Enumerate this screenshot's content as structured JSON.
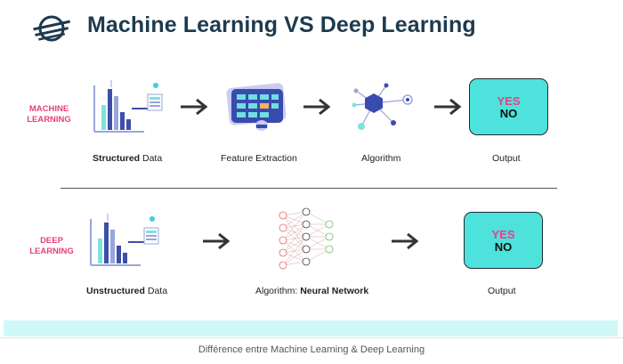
{
  "title": "Machine Learning VS Deep Learning",
  "footer_caption": "Différence entre Machine Learning & Deep Learning",
  "colors": {
    "accent_pink": "#ea3e7c",
    "output_teal": "#4ee2dc",
    "title_navy": "#1d3a4f",
    "band": "#cff8f8"
  },
  "icons": [
    "logo-icon",
    "data-chart-icon",
    "feature-extraction-icon",
    "algorithm-icon",
    "neural-network-icon",
    "arrow-right-icon"
  ],
  "ml": {
    "label_line1": "MACHINE",
    "label_line2": "LEARNING",
    "data_bold": "Structured",
    "data_rest": " Data",
    "feature_label": "Feature Extraction",
    "algorithm_label": "Algorithm",
    "output_yes": "YES",
    "output_no": "NO",
    "output_label": "Output"
  },
  "dl": {
    "label_line1": "DEEP",
    "label_line2": "LEARNING",
    "data_bold": "Unstructured",
    "data_rest": " Data",
    "algo_prefix": "Algorithm: ",
    "algo_bold": "Neural Network",
    "output_yes": "YES",
    "output_no": "NO",
    "output_label": "Output"
  }
}
